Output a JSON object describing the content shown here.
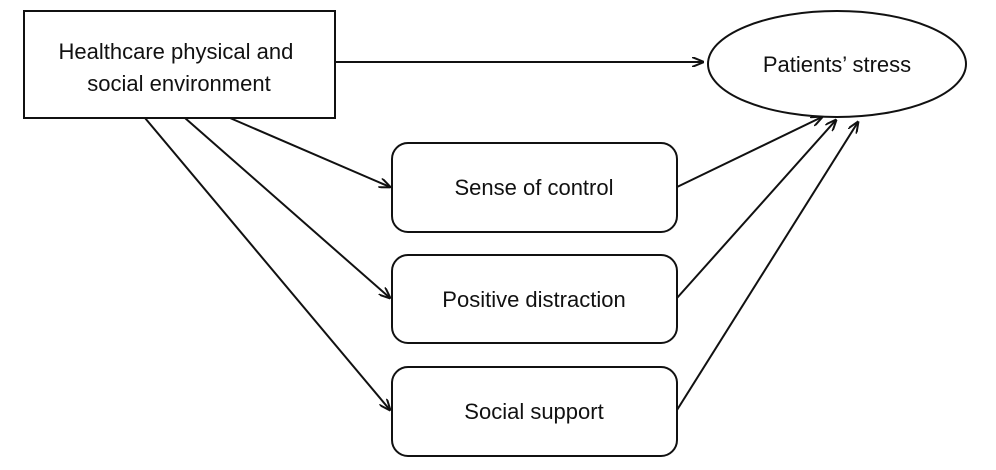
{
  "nodes": {
    "environment": {
      "lines": [
        "Healthcare physical and",
        "social environment"
      ]
    },
    "stress": {
      "label": "Patients’ stress"
    },
    "control": {
      "label": "Sense of control"
    },
    "distraction": {
      "label": "Positive distraction"
    },
    "support": {
      "label": "Social support"
    }
  },
  "edges": [
    {
      "from": "environment",
      "to": "stress"
    },
    {
      "from": "environment",
      "to": "control"
    },
    {
      "from": "environment",
      "to": "distraction"
    },
    {
      "from": "environment",
      "to": "support"
    },
    {
      "from": "control",
      "to": "stress"
    },
    {
      "from": "distraction",
      "to": "stress"
    },
    {
      "from": "support",
      "to": "stress"
    }
  ],
  "colors": {
    "line": "#111111",
    "background": "#ffffff"
  }
}
